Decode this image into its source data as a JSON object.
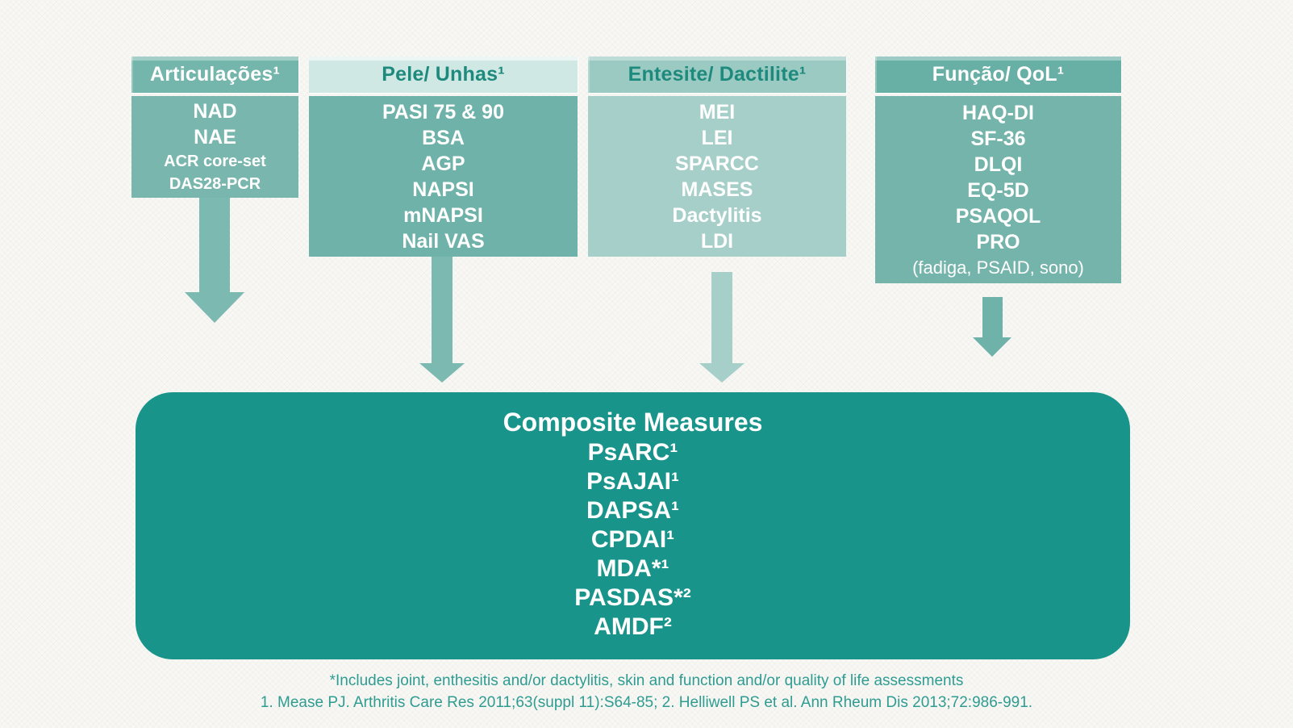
{
  "colors": {
    "teal_dark_box": "#18948a",
    "teal_medium": "#6fb2a9",
    "teal_light": "#a6cfc9",
    "teal_pale_header": "#cfe8e3",
    "teal_header_text": "#1e8a7e",
    "footnote_text": "#2f9c91",
    "body_text": "#ffffff"
  },
  "columns": [
    {
      "header": "Articulações¹",
      "items": [
        {
          "text": "NAD"
        },
        {
          "text": "NAE"
        },
        {
          "text": "ACR core-set",
          "small": true
        },
        {
          "text": "DAS28-PCR",
          "small": true
        }
      ]
    },
    {
      "header": "Pele/ Unhas¹",
      "items": [
        "PASI 75 & 90",
        "BSA",
        "AGP",
        "NAPSI",
        "mNAPSI",
        "Nail VAS"
      ]
    },
    {
      "header": "Entesite/ Dactilite¹",
      "items": [
        "MEI",
        "LEI",
        "SPARCC",
        "MASES",
        "Dactylitis",
        "LDI"
      ]
    },
    {
      "header": "Função/ QoL¹",
      "items": [
        "HAQ-DI",
        "SF-36",
        "DLQI",
        "EQ-5D",
        "PSAQOL",
        "PRO",
        {
          "text": "(fadiga, PSAID, sono)",
          "plain": true
        }
      ]
    }
  ],
  "composite": {
    "title": "Composite Measures",
    "items": [
      "PsARC¹",
      "PsAJAI¹",
      "DAPSA¹",
      "CPDAI¹",
      "MDA*¹",
      "PASDAS*²",
      "AMDF²"
    ]
  },
  "footnotes": [
    "*Includes joint, enthesitis and/or dactylitis, skin and function and/or quality of life assessments",
    "1. Mease PJ. Arthritis Care Res 2011;63(suppl 11):S64-85; 2. Helliwell PS et al. Ann Rheum Dis 2013;72:986-991."
  ]
}
